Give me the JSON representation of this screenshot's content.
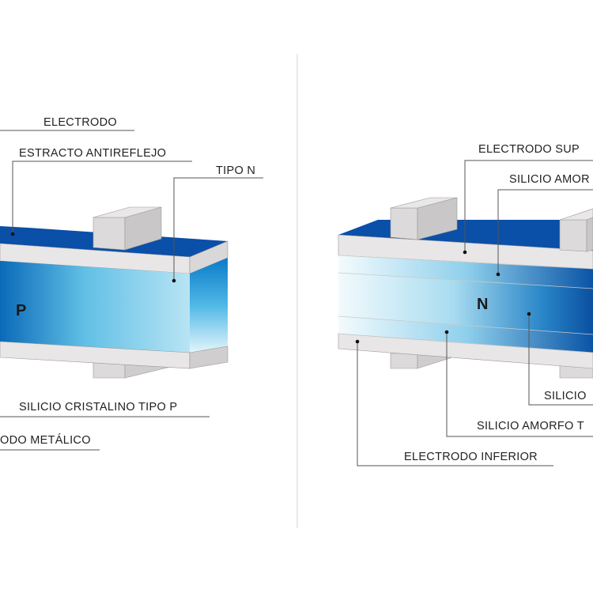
{
  "left_diagram": {
    "labels": {
      "electrodo": "ELECTRODO",
      "estracto": "ESTRACTO ANTIREFLEJO",
      "tipo_n": "TIPO N",
      "silicio_p": "SILICIO CRISTALINO TIPO P",
      "electrodo_metalico": "ODO METÁLICO"
    },
    "region_letter": "P"
  },
  "right_diagram": {
    "labels": {
      "electrodo_superior": "ELECTRODO SUP",
      "silicio_amorfo_top": "SILICIO AMOR",
      "silicio_right": "SILICIO",
      "silicio_amorfo_bottom": "SILICIO AMORFO T",
      "electrodo_inferior": "ELECTRODO INFERIOR"
    },
    "region_letter": "N"
  },
  "colors": {
    "top_blue": "#0a4fa8",
    "gradient_light": "#eef8fc",
    "gradient_mid": "#7fcdea",
    "gradient_dark": "#0a5aa8",
    "layer_grey": "#e8e6e6",
    "divider": "#d4d4d4"
  }
}
